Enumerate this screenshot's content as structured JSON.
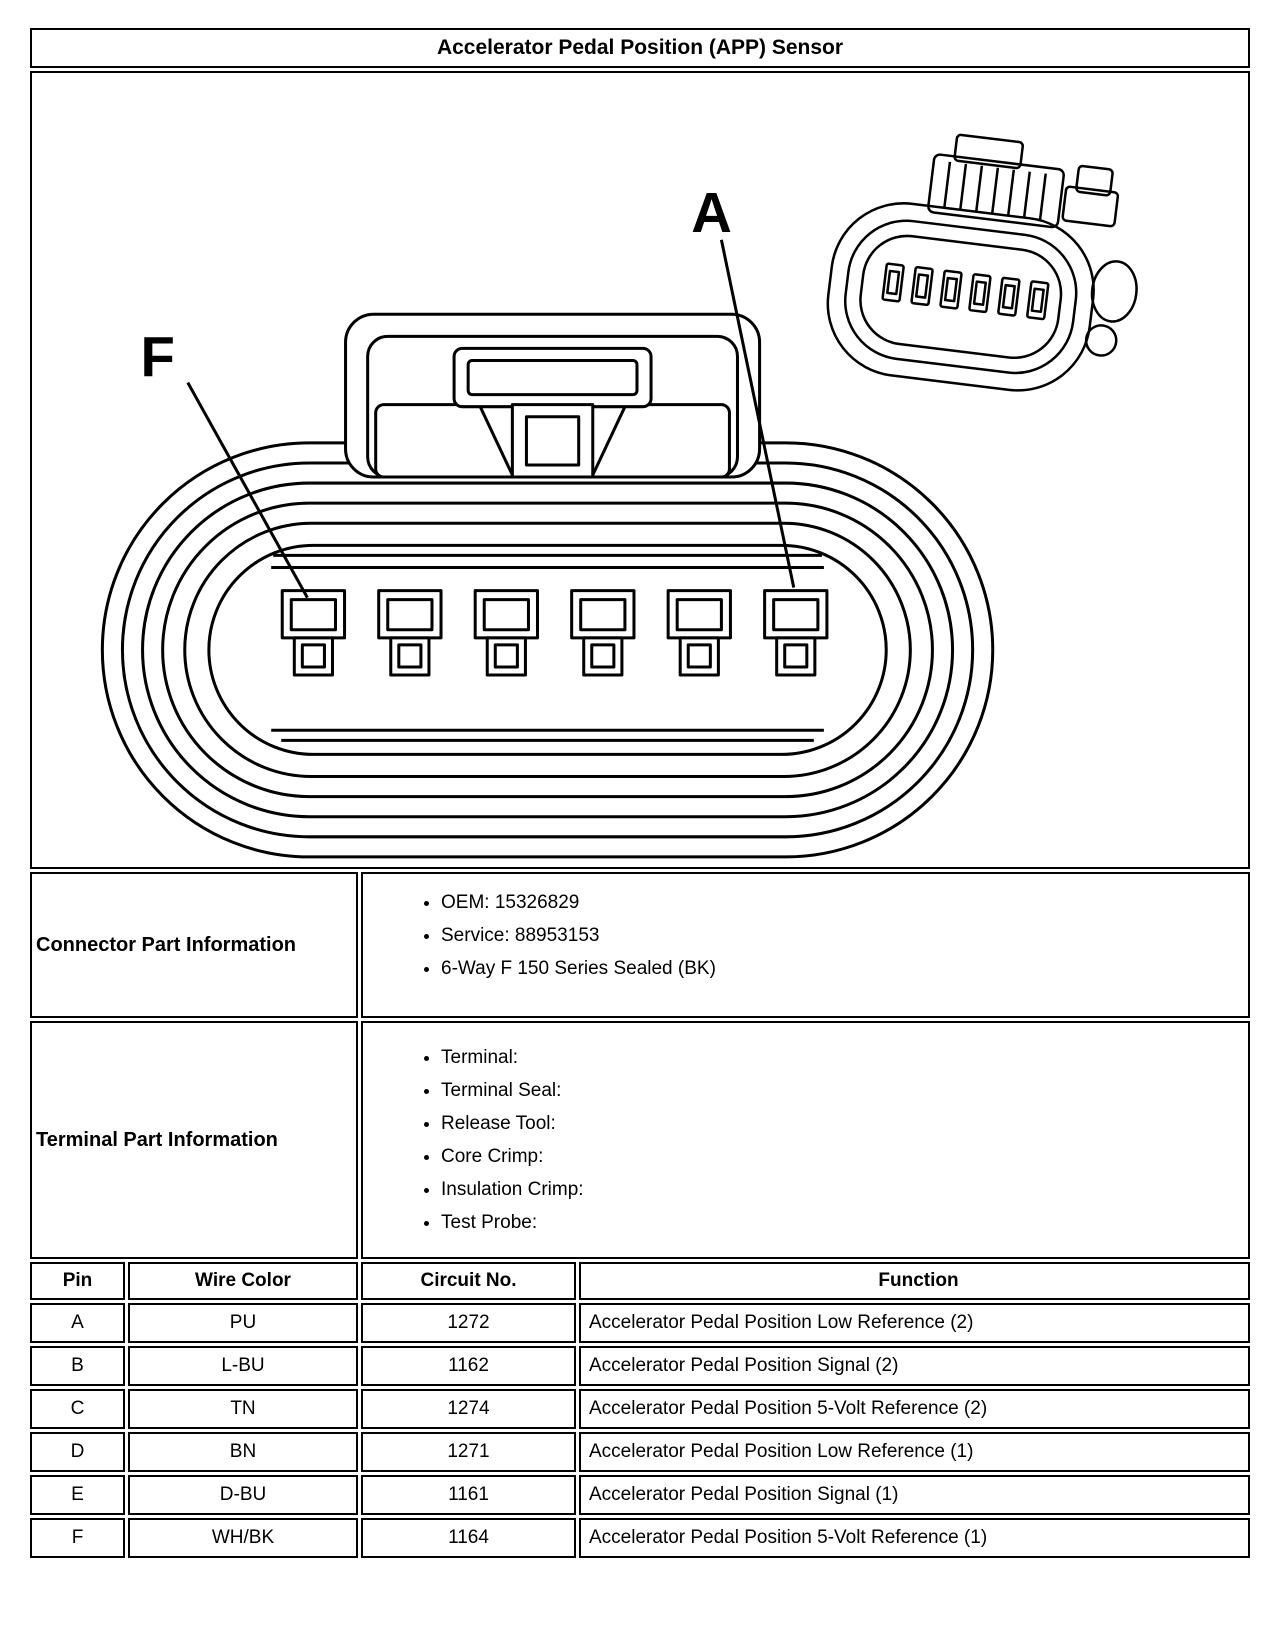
{
  "title": "Accelerator Pedal Position (APP) Sensor",
  "diagram": {
    "label_a": "A",
    "label_f": "F"
  },
  "connector_info": {
    "label": "Connector Part Information",
    "items": [
      "OEM: 15326829",
      "Service: 88953153",
      "6-Way F 150 Series Sealed (BK)"
    ]
  },
  "terminal_info": {
    "label": "Terminal Part Information",
    "items": [
      "Terminal:",
      "Terminal Seal:",
      "Release Tool:",
      "Core Crimp:",
      "Insulation Crimp:",
      "Test Probe:"
    ]
  },
  "pin_table": {
    "headers": [
      "Pin",
      "Wire Color",
      "Circuit No.",
      "Function"
    ],
    "rows": [
      {
        "pin": "A",
        "wire_color": "PU",
        "circuit": "1272",
        "function": "Accelerator Pedal Position Low Reference (2)"
      },
      {
        "pin": "B",
        "wire_color": "L-BU",
        "circuit": "1162",
        "function": "Accelerator Pedal Position Signal (2)"
      },
      {
        "pin": "C",
        "wire_color": "TN",
        "circuit": "1274",
        "function": "Accelerator Pedal Position 5-Volt Reference (2)"
      },
      {
        "pin": "D",
        "wire_color": "BN",
        "circuit": "1271",
        "function": "Accelerator Pedal Position Low Reference (1)"
      },
      {
        "pin": "E",
        "wire_color": "D-BU",
        "circuit": "1161",
        "function": "Accelerator Pedal Position Signal (1)"
      },
      {
        "pin": "F",
        "wire_color": "WH/BK",
        "circuit": "1164",
        "function": "Accelerator Pedal Position 5-Volt Reference (1)"
      }
    ]
  }
}
